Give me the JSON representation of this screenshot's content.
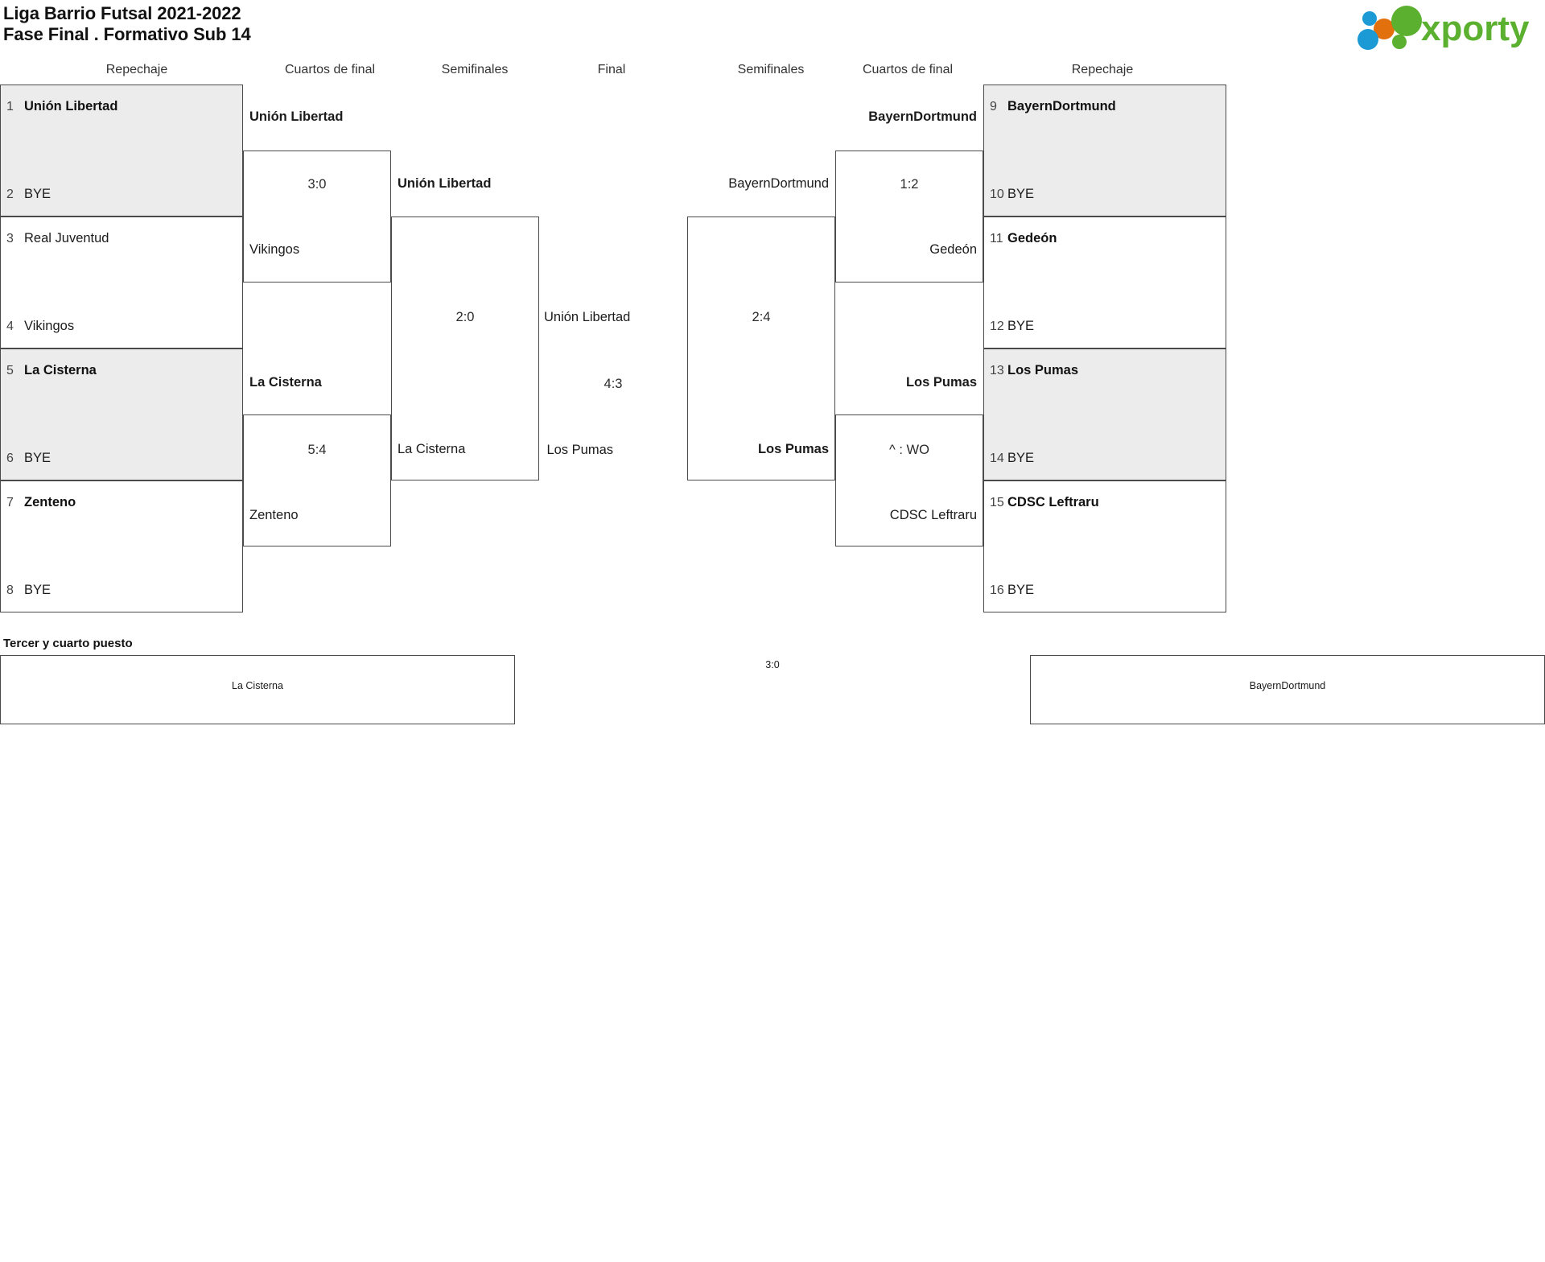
{
  "header": {
    "title_line1": "Liga Barrio Futsal 2021-2022",
    "title_line2": "Fase Final . Formativo Sub 14",
    "logo_text": "xporty",
    "logo_colors": {
      "green": "#5cb030",
      "blue": "#1b9ad6",
      "orange": "#e2700d"
    }
  },
  "round_headers": {
    "left_repechaje": "Repechaje",
    "left_cuartos": "Cuartos de final",
    "left_semis": "Semifinales",
    "final": "Final",
    "right_semis": "Semifinales",
    "right_cuartos": "Cuartos de final",
    "right_repechaje": "Repechaje"
  },
  "bracket_left": {
    "repechaje": [
      {
        "seed": "1",
        "name": "Unión Libertad",
        "winner": true,
        "shaded": true
      },
      {
        "seed": "2",
        "name": "BYE",
        "winner": false,
        "shaded": true
      },
      {
        "seed": "3",
        "name": "Real Juventud",
        "winner": false,
        "shaded": false
      },
      {
        "seed": "4",
        "name": "Vikingos",
        "winner": false,
        "shaded": false
      },
      {
        "seed": "5",
        "name": "La Cisterna",
        "winner": true,
        "shaded": true
      },
      {
        "seed": "6",
        "name": "BYE",
        "winner": false,
        "shaded": true
      },
      {
        "seed": "7",
        "name": "Zenteno",
        "winner": true,
        "shaded": false
      },
      {
        "seed": "8",
        "name": "BYE",
        "winner": false,
        "shaded": false
      }
    ],
    "cuartos": [
      {
        "top": "Unión Libertad",
        "top_winner": true,
        "score": "3:0",
        "bottom": "Vikingos",
        "bottom_winner": false
      },
      {
        "top": "La Cisterna",
        "top_winner": true,
        "score": "5:4",
        "bottom": "Zenteno",
        "bottom_winner": false
      }
    ],
    "semifinal": {
      "top": "Unión Libertad",
      "top_winner": true,
      "score": "2:0",
      "bottom": "La Cisterna",
      "bottom_winner": false
    }
  },
  "bracket_right": {
    "repechaje": [
      {
        "seed": "9",
        "name": "BayernDortmund",
        "winner": true,
        "shaded": true
      },
      {
        "seed": "10",
        "name": "BYE",
        "winner": false,
        "shaded": true
      },
      {
        "seed": "11",
        "name": "Gedeón",
        "winner": true,
        "shaded": false
      },
      {
        "seed": "12",
        "name": "BYE",
        "winner": false,
        "shaded": false
      },
      {
        "seed": "13",
        "name": "Los Pumas",
        "winner": true,
        "shaded": true
      },
      {
        "seed": "14",
        "name": "BYE",
        "winner": false,
        "shaded": true
      },
      {
        "seed": "15",
        "name": "CDSC Leftraru",
        "winner": true,
        "shaded": false
      },
      {
        "seed": "16",
        "name": "BYE",
        "winner": false,
        "shaded": false
      }
    ],
    "cuartos": [
      {
        "top": "BayernDortmund",
        "top_winner": true,
        "score": "1:2",
        "bottom": "Gedeón",
        "bottom_winner": false
      },
      {
        "top": "Los Pumas",
        "top_winner": true,
        "score": "^ : WO",
        "bottom": "CDSC Leftraru",
        "bottom_winner": false
      }
    ],
    "semifinal": {
      "top": "BayernDortmund",
      "top_winner": false,
      "score": "2:4",
      "bottom": "Los Pumas",
      "bottom_winner": true
    }
  },
  "final": {
    "top": "Unión Libertad",
    "top_winner": false,
    "score": "4:3",
    "bottom": "Los Pumas",
    "bottom_winner": false
  },
  "third_place": {
    "title": "Tercer y cuarto puesto",
    "left_team": "La Cisterna",
    "score": "3:0",
    "right_team": "BayernDortmund"
  }
}
